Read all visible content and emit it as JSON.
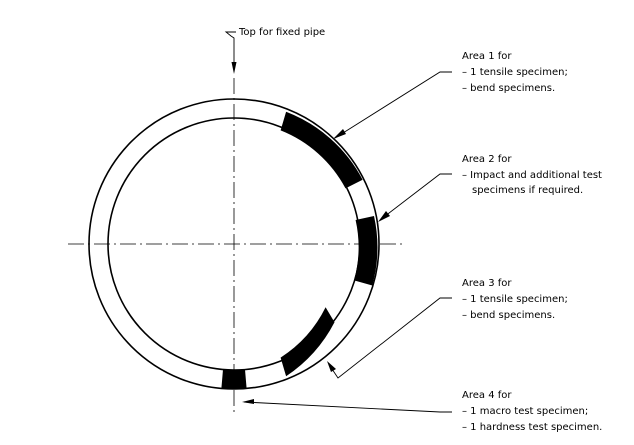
{
  "top_label": "Top for fixed pipe",
  "areas": [
    {
      "title": "Area 1 for",
      "lines": [
        "– 1 tensile specimen;",
        "– bend specimens."
      ]
    },
    {
      "title": "Area 2 for",
      "lines": [
        "– Impact and additional test",
        "specimens if required."
      ]
    },
    {
      "title": "Area 3 for",
      "lines": [
        "– 1 tensile specimen;",
        "– bend specimens."
      ]
    },
    {
      "title": "Area 4 for",
      "lines": [
        "– 1 macro test specimen;",
        "– 1 hardness test specimen."
      ]
    }
  ]
}
